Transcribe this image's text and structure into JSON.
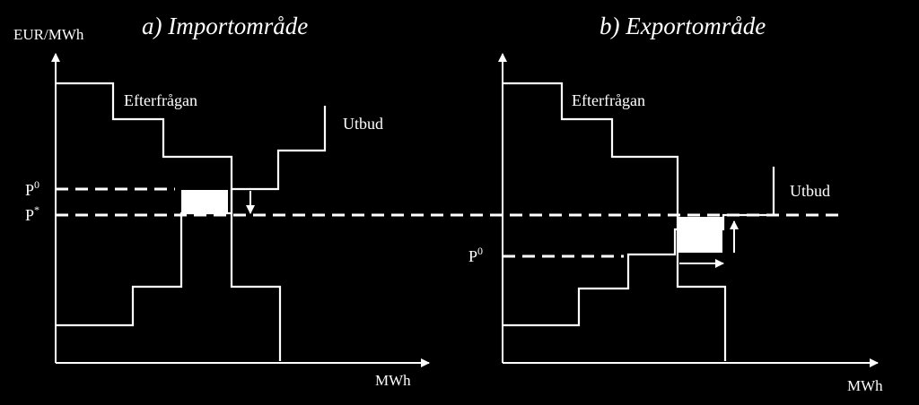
{
  "diagram": {
    "y_axis_label": "EUR/MWh",
    "panel_a": {
      "title": "a) Importområde",
      "demand_label": "Efterfrågan",
      "supply_label": "Utbud",
      "x_axis_label": "MWh",
      "p0_label": "P",
      "p0_sup": "0",
      "pstar_label": "P",
      "pstar_sup": "*"
    },
    "panel_b": {
      "title": "b) Exportområde",
      "demand_label": "Efterfrågan",
      "supply_label": "Utbud",
      "x_axis_label": "MWh",
      "p0_label": "P",
      "p0_sup": "0"
    }
  },
  "colors": {
    "background": "#000000",
    "foreground": "#ffffff"
  }
}
